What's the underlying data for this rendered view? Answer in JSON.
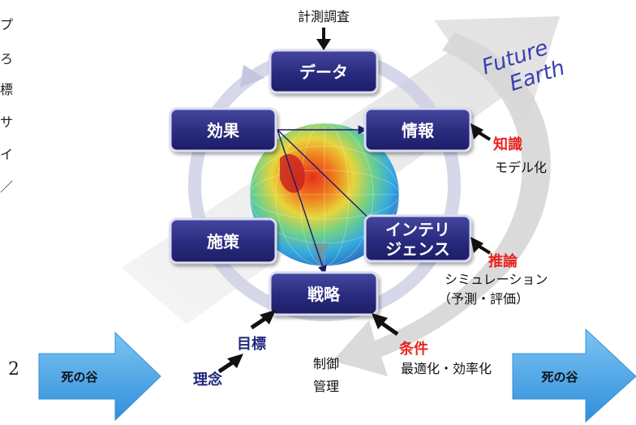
{
  "colors": {
    "node_fill_top": "#3d3f9a",
    "node_fill_bottom": "#1c1d66",
    "node_border": "#d9dcf2",
    "accent_red": "#e8231f",
    "navy_text": "#1f2a7a",
    "valley_arrow": "#4aa3e6",
    "cycle_ring": "#c9cbe0",
    "future_arrow": "#e4e4e4"
  },
  "left_fragments": [
    "プ",
    "ろ",
    "標",
    "サ",
    "イ",
    "／"
  ],
  "page_number": "2",
  "nodes": {
    "data": "データ",
    "info": "情報",
    "intel_line1": "インテリ",
    "intel_line2": "ジェンス",
    "strategy": "戦略",
    "measure": "施策",
    "effect": "効果"
  },
  "labels": {
    "survey": "計測調査",
    "knowledge": "知識",
    "model": "モデル化",
    "inference": "推論",
    "simulation": "シミュレーション",
    "prediction": "（予測・評価）",
    "condition": "条件",
    "optimization": "最適化・効率化",
    "control_line1": "制御",
    "control_line2": "管理",
    "goal": "目標",
    "philosophy": "理念"
  },
  "future_earth": {
    "line1": "Future",
    "line2": "Earth"
  },
  "valley_left": "死の谷",
  "valley_right": "死の谷"
}
